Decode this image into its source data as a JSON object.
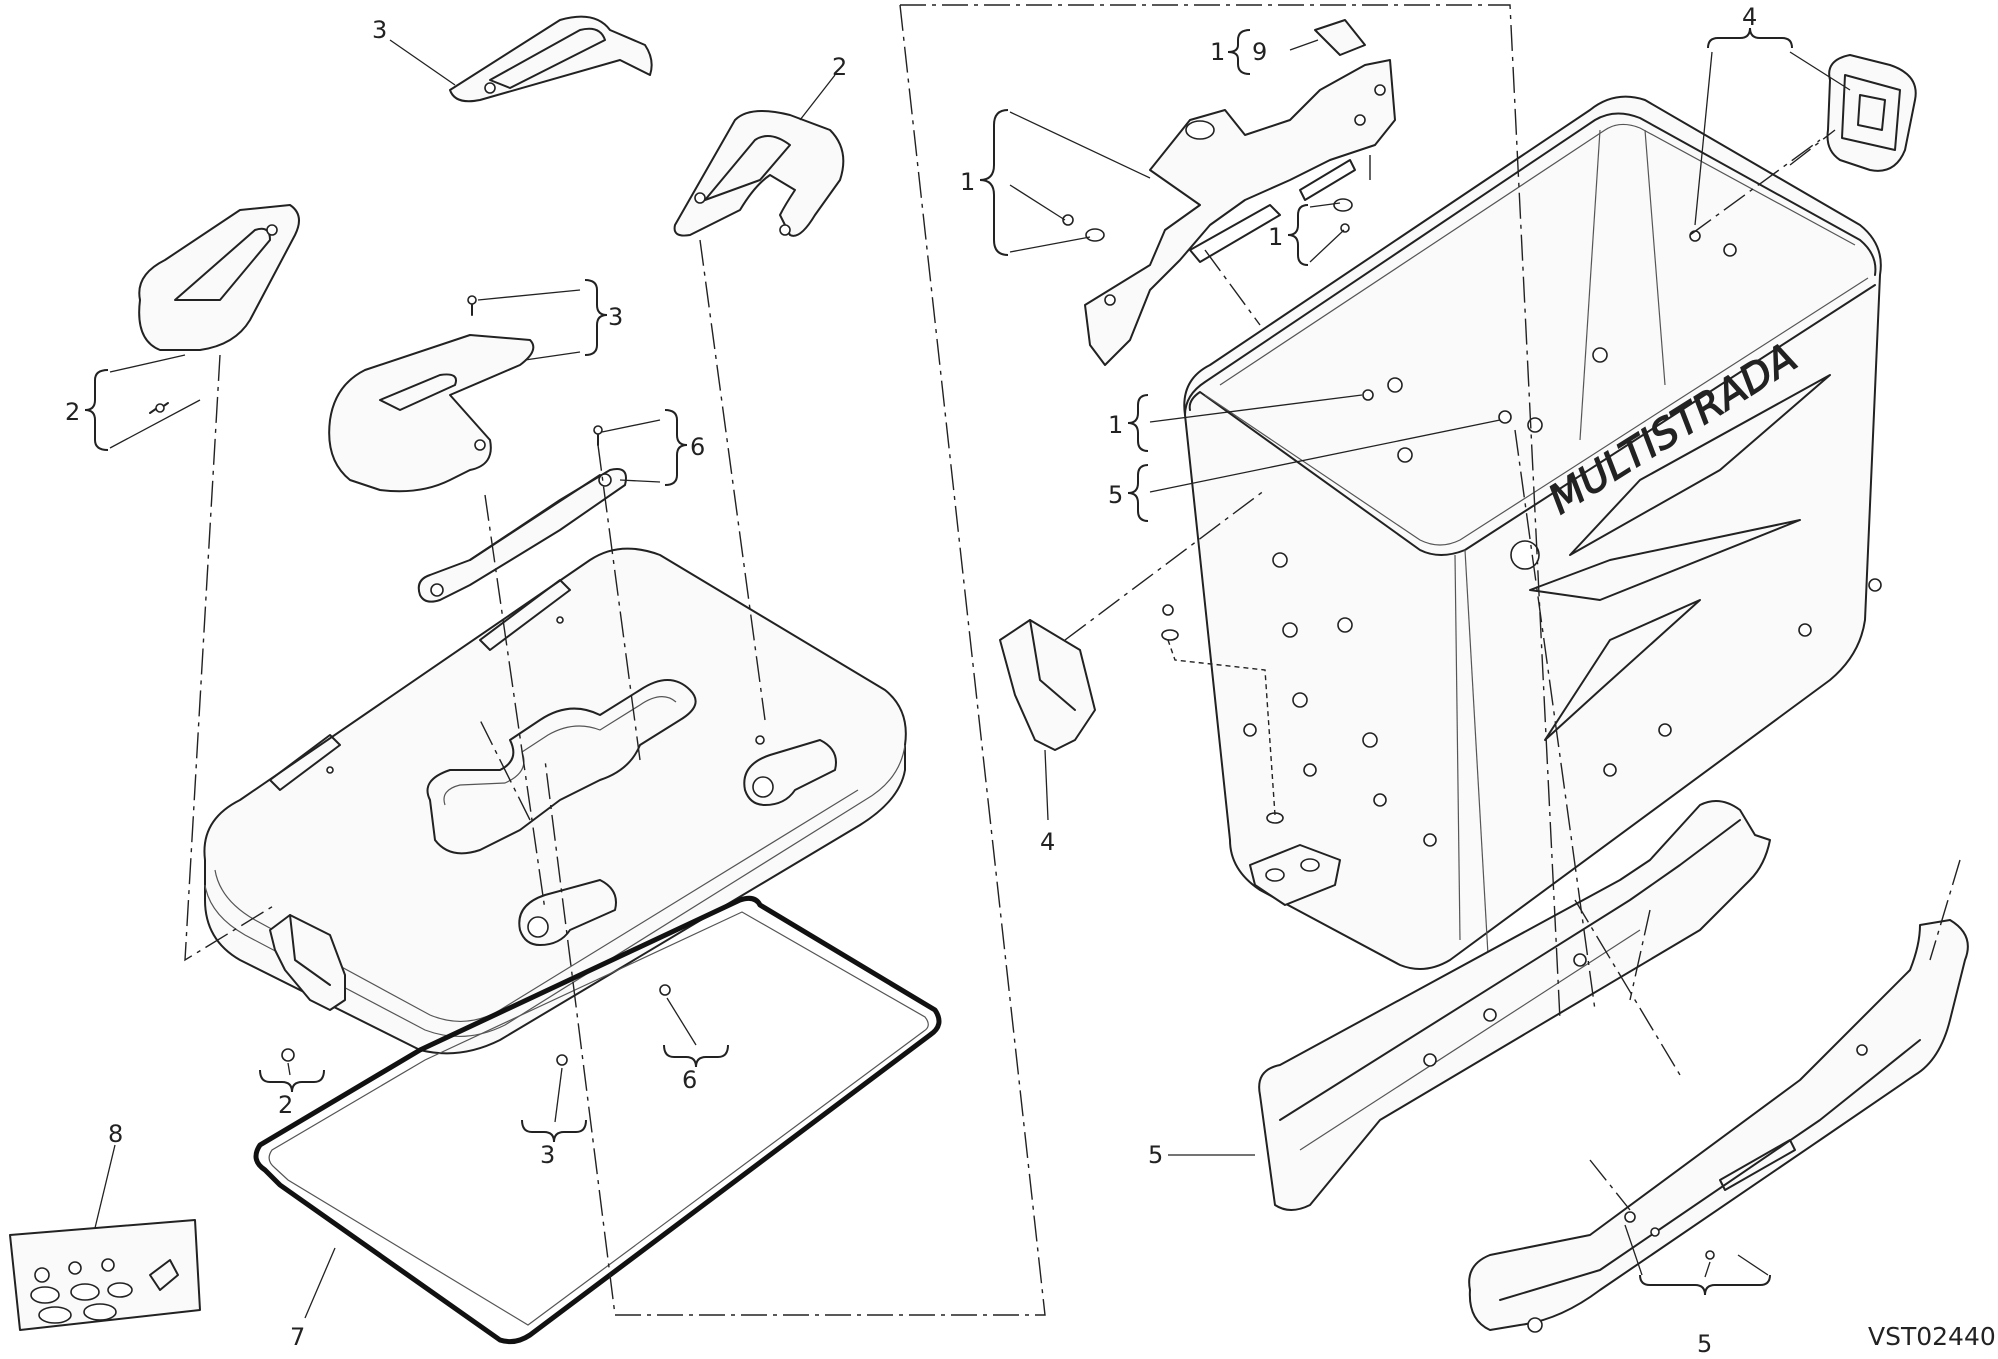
{
  "diagram": {
    "code": "VST02440",
    "callouts": [
      {
        "id": "c3-top",
        "text": "3"
      },
      {
        "id": "c2-top",
        "text": "2"
      },
      {
        "id": "c2-left",
        "text": "2"
      },
      {
        "id": "c3-mid",
        "text": "3"
      },
      {
        "id": "c6-mid",
        "text": "6"
      },
      {
        "id": "c2-bottom",
        "text": "2"
      },
      {
        "id": "c3-bottom",
        "text": "3"
      },
      {
        "id": "c6-bottom",
        "text": "6"
      },
      {
        "id": "c7",
        "text": "7"
      },
      {
        "id": "c8",
        "text": "8"
      },
      {
        "id": "c9",
        "text": "9"
      },
      {
        "id": "c1-a",
        "text": "1"
      },
      {
        "id": "c1-b",
        "text": "1"
      },
      {
        "id": "c1-c",
        "text": "1"
      },
      {
        "id": "c1-d",
        "text": "1"
      },
      {
        "id": "c4-top",
        "text": "4"
      },
      {
        "id": "c5-mid",
        "text": "5"
      },
      {
        "id": "c4-bottom",
        "text": "4"
      },
      {
        "id": "c5-left",
        "text": "5"
      },
      {
        "id": "c5-bottom",
        "text": "5"
      }
    ]
  }
}
